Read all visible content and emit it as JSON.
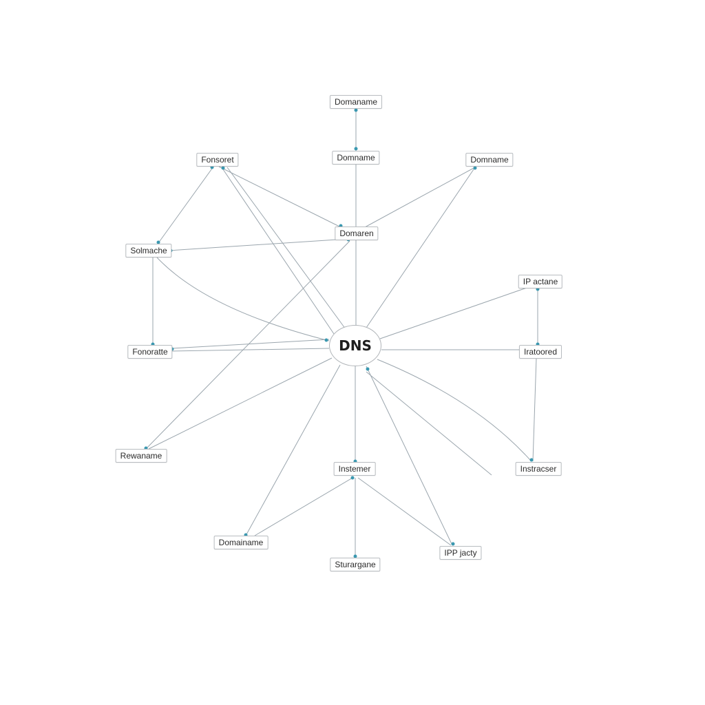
{
  "center": {
    "label": "DNS"
  },
  "nodes": {
    "top": "Domaname",
    "upper_mid": "Domname",
    "upper_right": "Domname",
    "upper_left": "Fonsoret",
    "mid": "Domaren",
    "left_upper": "Solmache",
    "left_mid": "Fonoratte",
    "left_lower": "Rewaname",
    "right_upper": "IP actane",
    "right_mid": "Iratoored",
    "right_lower": "Instracser",
    "bottom_mid": "Instemer",
    "bottom_left": "Domainame",
    "bottom_right": "IPP jacty",
    "bottom": "Sturargane"
  },
  "colors": {
    "edge": "#9aa5ad",
    "arrowhead": "#3a98b0",
    "node_border": "#b8bcc0"
  }
}
